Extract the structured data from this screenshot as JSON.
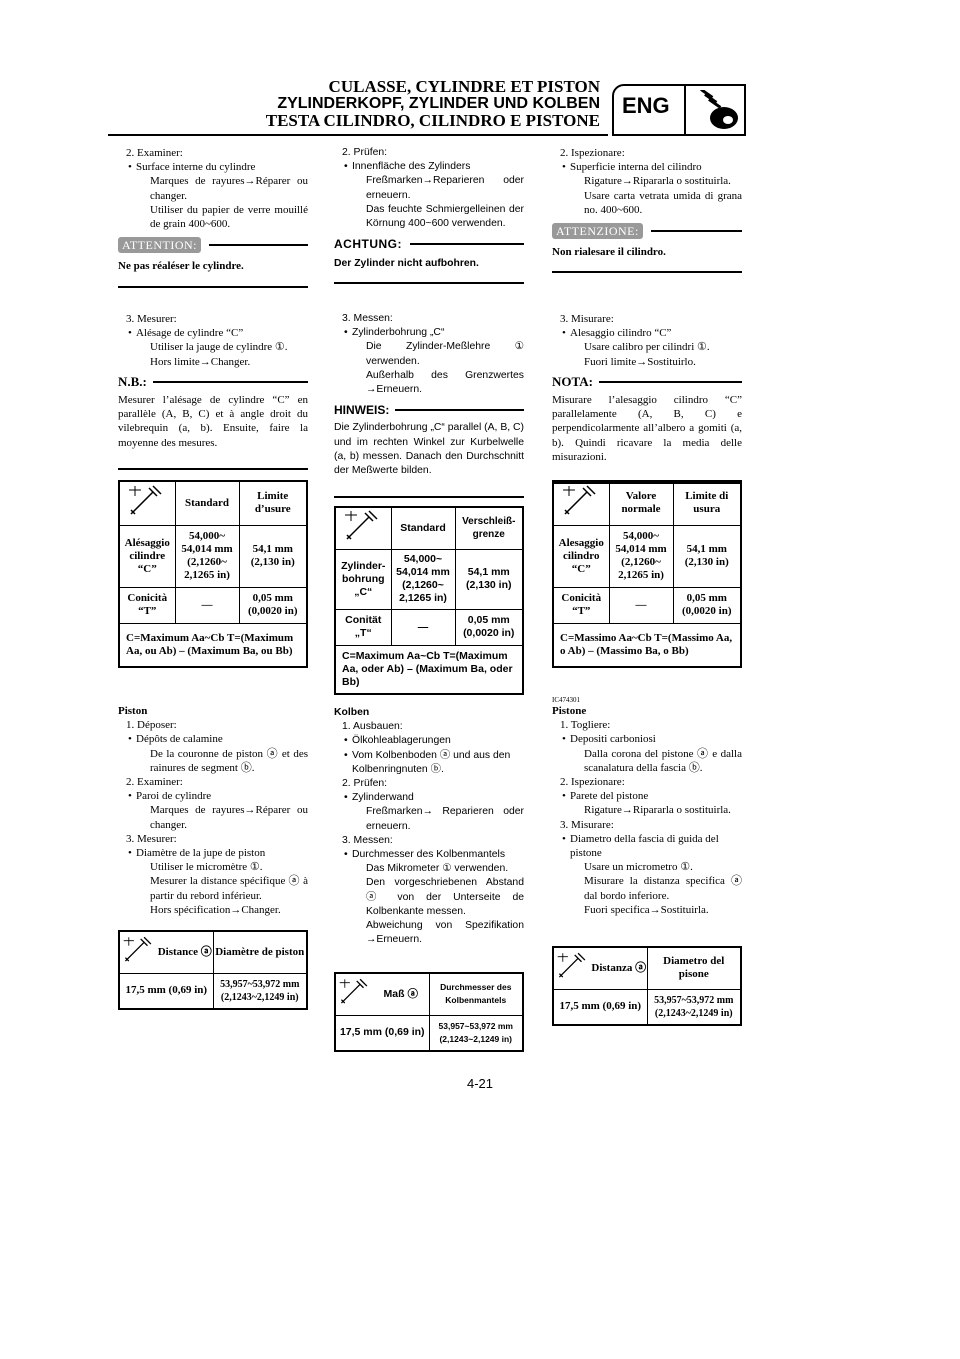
{
  "header": {
    "title_fr": "CULASSE, CYLINDRE ET PISTON",
    "title_de": "ZYLINDERKOPF, ZYLINDER UND KOLBEN",
    "title_it": "TESTA CILINDRO, CILINDRO E PISTONE",
    "badge": "ENG"
  },
  "fr": {
    "s2": "2. Examiner:",
    "b1": "Surface interne du cylindre",
    "b1_text": "Marques de rayures→Réparer ou changer.",
    "b1_text2": "Utiliser du papier de verre mouillé de grain 400~600.",
    "warn": "ATTENTION:",
    "warn_text": "Ne pas réaléser le cylindre.",
    "s3": "3. Mesurer:",
    "b2": "Alésage de cylindre “C”",
    "b2_text": "Utiliser la jauge de cylindre ①.",
    "b2_text2": "Hors limite→Changer.",
    "nb": "N.B.:",
    "nb_text": "Mesurer l’alésage de cylindre “C” en parallèle (A, B, C) et à angle droit du vilebrequin (a, b). Ensuite, faire la moyenne des mesures.",
    "t_std": "Standard",
    "t_lim": "Limite d’usure",
    "t_r1": "Alésaggio cilindre “C”",
    "t_r1_std": "54,000~ 54,014 mm (2,1260~ 2,1265 in)",
    "t_r1_lim": "54,1 mm (2,130 in)",
    "t_r2": "Conicità “T”",
    "t_r2_std": "—",
    "t_r2_lim": "0,05 mm (0,0020 in)",
    "t_formula": "C=Maximum Aa~Cb T=(Maximum Aa, ou Ab) – (Maximum Ba, ou Bb)",
    "piston": "Piston",
    "p1": "1. Déposer:",
    "p1_b": "Dépôts de calamine",
    "p1_t": "De la couronne de piston ⓐ et des rainures de segment ⓑ.",
    "p2": "2. Examiner:",
    "p2_b": "Paroi de cylindre",
    "p2_t": "Marques de rayures→Réparer ou changer.",
    "p3": "3. Mesurer:",
    "p3_b": "Diamètre de la jupe de piston",
    "p3_t1": "Utiliser le micromètre ①.",
    "p3_t2": "Mesurer la distance spécifique ⓐ à partir du rebord inférieur.",
    "p3_t3": "Hors spécification→Changer.",
    "t2_h1": "Distance ⓐ",
    "t2_h2": "Diamètre de piston",
    "t2_v1": "17,5 mm (0,69 in)",
    "t2_v2": "53,957~53,972 mm (2,1243~2,1249 in)"
  },
  "de": {
    "s2": "2. Prüfen:",
    "b1": "Innenfläche des Zylinders",
    "b1_text": "Freßmarken→Reparieren oder erneuern.",
    "b1_text2": "Das feuchte Schmiergelleinen der Körnung 400~600 verwenden.",
    "warn": "ACHTUNG:",
    "warn_text": "Der Zylinder nicht aufbohren.",
    "s3": "3. Messen:",
    "b2": "Zylinderbohrung „C“",
    "b2_text": "Die Zylinder-Meßlehre ① verwenden.",
    "b2_text2": "Außerhalb des Grenzwertes →Erneuern.",
    "nb": "HINWEIS:",
    "nb_text": "Die Zylinderbohrung „C“ parallel (A, B, C) und im rechten Winkel zur Kurbelwelle (a, b) messen. Danach den Durchschnitt der Meßwerte bilden.",
    "t_std": "Standard",
    "t_lim": "Verschleiß-grenze",
    "t_r1": "Zylinder-bohrung „C“",
    "t_r1_std": "54,000~ 54,014 mm (2,1260~ 2,1265 in)",
    "t_r1_lim": "54,1 mm (2,130 in)",
    "t_r2": "Conität „T“",
    "t_r2_std": "—",
    "t_r2_lim": "0,05 mm (0,0020 in)",
    "t_formula": "C=Maximum Aa~Cb T=(Maximum Aa, oder Ab) – (Maximum Ba, oder Bb)",
    "piston": "Kolben",
    "p1": "1. Ausbauen:",
    "p1_b": "Ölkohleablagerungen",
    "p1_b2": "Vom Kolbenboden ⓐ und aus den Kolbenringnuten ⓑ.",
    "p2": "2. Prüfen:",
    "p2_b": "Zylinderwand",
    "p2_t": "Freßmarken→ Reparieren oder erneuern.",
    "p3": "3. Messen:",
    "p3_b": "Durchmesser des Kolbenmantels",
    "p3_t1": "Das Mikrometer ① verwenden.",
    "p3_t2": "Den vorgeschriebenen Abstand ⓐ von der Unterseite de Kolbenkante messen.",
    "p3_t3": "Abweichung von Spezifikation →Erneuern.",
    "t2_h1": "Maß ⓐ",
    "t2_h2": "Durchmesser des Kolbenmantels",
    "t2_v1": "17,5 mm (0,69 in)",
    "t2_v2": "53,957~53,972 mm (2,1243~2,1249 in)"
  },
  "it": {
    "s2": "2. Ispezionare:",
    "b1": "Superficie interna del cilindro",
    "b1_text": "Rigature→Ripararla o sostituirla.",
    "b1_text2": "Usare carta vetrata umida di grana no. 400~600.",
    "warn": "ATTENZIONE:",
    "warn_text": "Non rialesare il cilindro.",
    "s3": "3. Misurare:",
    "b2": "Alesaggio cilindro “C”",
    "b2_text": "Usare calibro per cilindri ①.",
    "b2_text2": "Fuori limite→Sostituirlo.",
    "nb": "NOTA:",
    "nb_text": "Misurare l’alesaggio cilindro “C” parallelamente (A, B, C) e perpendicolarmente all’albero a gomiti (a, b). Quindi ricavare la media delle misurazioni.",
    "t_std": "Valore normale",
    "t_lim": "Limite di usura",
    "t_r1": "Alesaggio cilindro “C”",
    "t_r1_std": "54,000~ 54,014 mm (2,1260~ 2,1265 in)",
    "t_r1_lim": "54,1 mm (2,130 in)",
    "t_r2": "Conicità “T”",
    "t_r2_std": "—",
    "t_r2_lim": "0,05 mm (0,0020 in)",
    "t_formula": "C=Massimo Aa~Cb T=(Massimo Aa, o Ab) – (Massimo Ba, o Bb)",
    "code": "IC474301",
    "piston": "Pistone",
    "p1": "1. Togliere:",
    "p1_b": "Depositi carboniosi",
    "p1_t": "Dalla corona del pistone ⓐ e dalla scanalatura della fascia ⓑ.",
    "p2": "2. Ispezionare:",
    "p2_b": "Parete del pistone",
    "p2_t": "Rigature→Ripararla o sostituirla.",
    "p3": "3. Misurare:",
    "p3_b": "Diametro della fascia di guida del pistone",
    "p3_t1": "Usare un micrometro ①.",
    "p3_t2": "Misurare la distanza specifica ⓐ dal bordo inferiore.",
    "p3_t3": "Fuori specifica→Sostituirla.",
    "t2_h1": "Distanza ⓐ",
    "t2_h2": "Diametro del pisone",
    "t2_v1": "17,5 mm (0,69 in)",
    "t2_v2": "53,957~53,972 mm (2,1243~2,1249 in)"
  },
  "footer": {
    "page": "4-21"
  }
}
